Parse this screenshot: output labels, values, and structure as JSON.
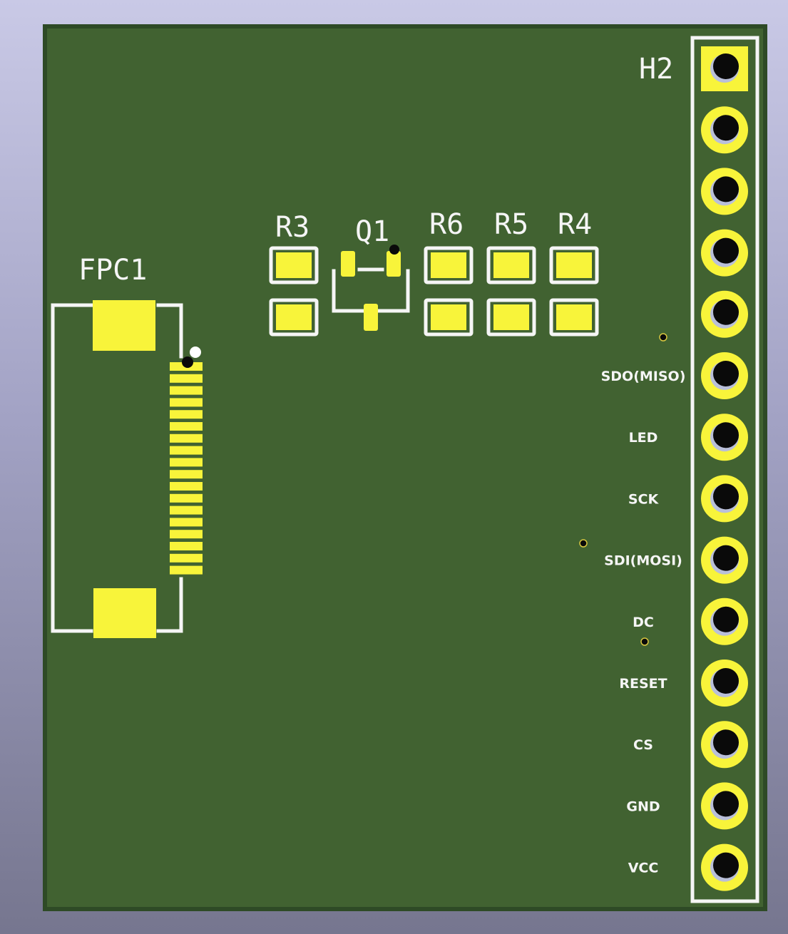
{
  "colors": {
    "board": "#416231",
    "board_edge": "#2e4a26",
    "copper_pad": "#f8f43a",
    "silkscreen": "#f5f5f5",
    "drill": "#0a0a0a"
  },
  "refs": {
    "fpc": "FPC1",
    "header": "H2",
    "r3": "R3",
    "q1": "Q1",
    "r6": "R6",
    "r5": "R5",
    "r4": "R4"
  },
  "header_pins": [
    {
      "label": ""
    },
    {
      "label": ""
    },
    {
      "label": ""
    },
    {
      "label": ""
    },
    {
      "label": ""
    },
    {
      "label": "SDO(MISO)"
    },
    {
      "label": "LED"
    },
    {
      "label": "SCK"
    },
    {
      "label": "SDI(MOSI)"
    },
    {
      "label": "DC"
    },
    {
      "label": "RESET"
    },
    {
      "label": "CS"
    },
    {
      "label": "GND"
    },
    {
      "label": "VCC"
    }
  ]
}
